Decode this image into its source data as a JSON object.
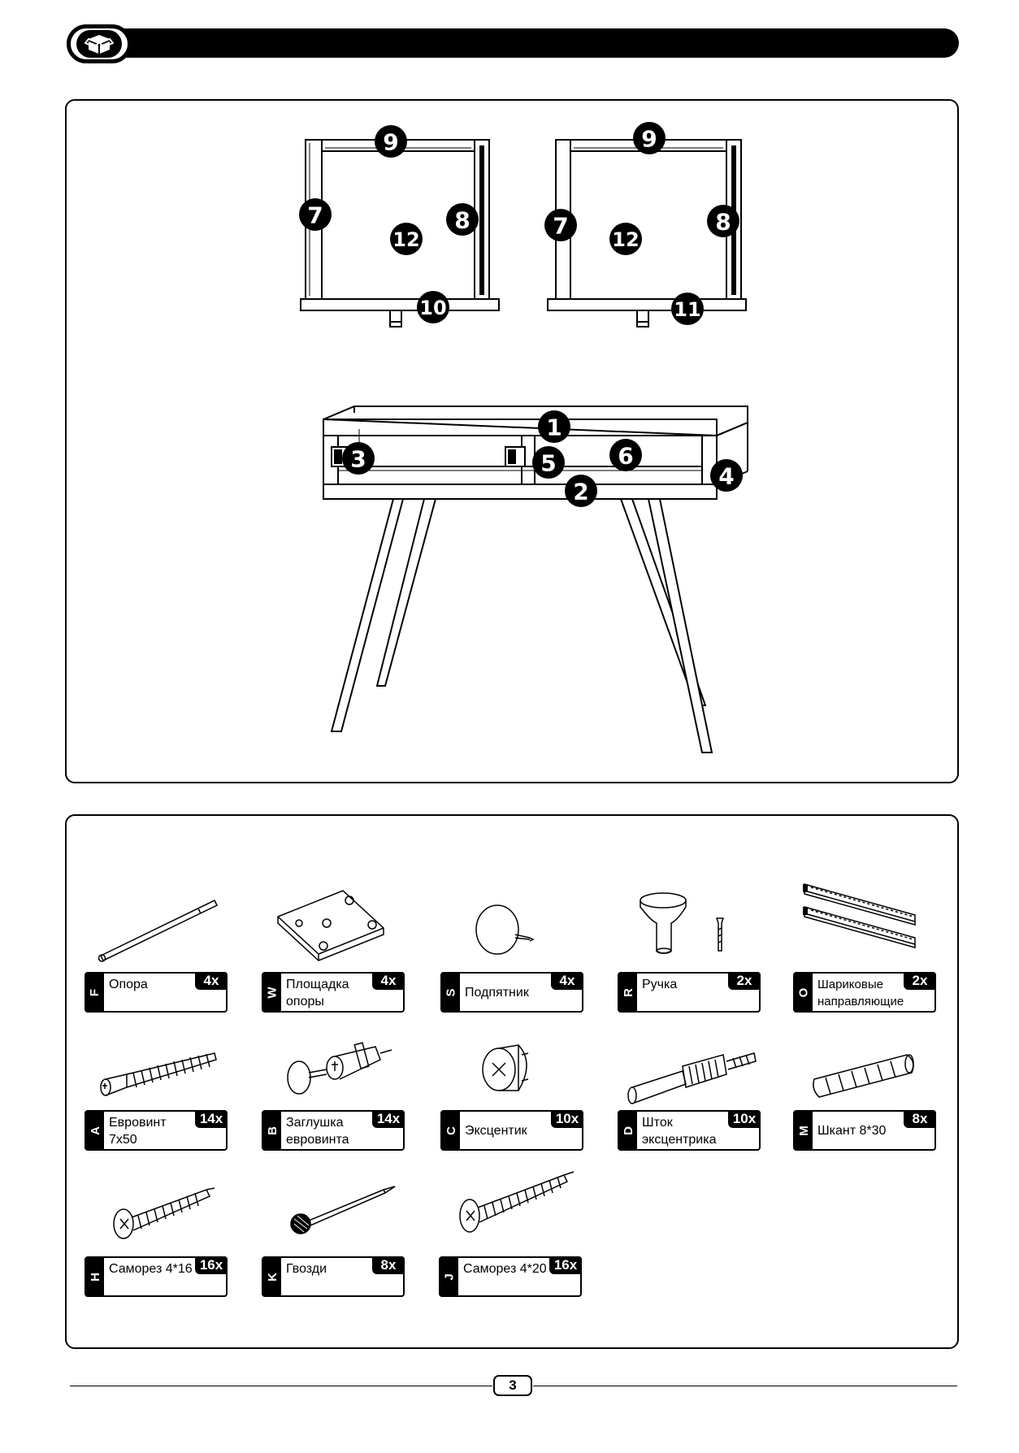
{
  "diagram": {
    "frame_callouts": [
      "9",
      "7",
      "8",
      "12",
      "10",
      "9",
      "7",
      "8",
      "12",
      "11"
    ],
    "console_callouts": [
      "1",
      "3",
      "5",
      "6",
      "4",
      "2"
    ]
  },
  "parts": [
    {
      "letter": "F",
      "name": "Опора",
      "qty": "4x",
      "icon": "leg-icon"
    },
    {
      "letter": "W",
      "name": "Площадка опоры",
      "qty": "4x",
      "icon": "mounting-plate-icon"
    },
    {
      "letter": "S",
      "name": "Подпятник",
      "qty": "4x",
      "icon": "felt-glide-icon"
    },
    {
      "letter": "R",
      "name": "Ручка",
      "qty": "2x",
      "icon": "knob-icon"
    },
    {
      "letter": "O",
      "name": "Шариковые направляющие",
      "qty": "2x",
      "icon": "drawer-slide-icon"
    },
    {
      "letter": "A",
      "name": "Евровинт 7x50",
      "qty": "14x",
      "icon": "euroscrew-icon"
    },
    {
      "letter": "B",
      "name": "Заглушка евровинта",
      "qty": "14x",
      "icon": "screw-cap-icon"
    },
    {
      "letter": "C",
      "name": "Эксцентик",
      "qty": "10x",
      "icon": "cam-lock-icon"
    },
    {
      "letter": "D",
      "name": "Шток эксцентрика",
      "qty": "10x",
      "icon": "cam-bolt-icon"
    },
    {
      "letter": "M",
      "name": "Шкант 8*30",
      "qty": "8x",
      "icon": "dowel-icon"
    },
    {
      "letter": "H",
      "name": "Саморез 4*16",
      "qty": "16x",
      "icon": "wood-screw-icon"
    },
    {
      "letter": "K",
      "name": "Гвозди",
      "qty": "8x",
      "icon": "nail-icon"
    },
    {
      "letter": "J",
      "name": "Саморез 4*20",
      "qty": "16x",
      "icon": "wood-screw-long-icon"
    }
  ],
  "footer": {
    "page_number": "3"
  }
}
